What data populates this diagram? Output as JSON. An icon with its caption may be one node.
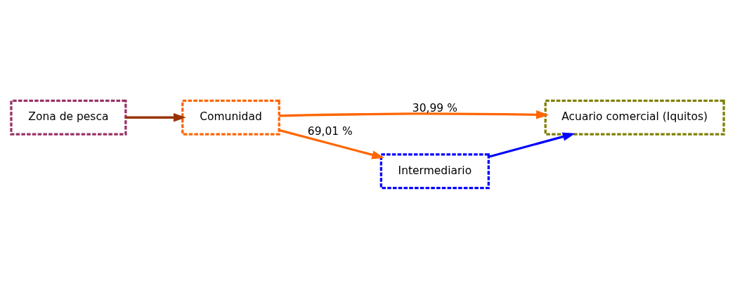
{
  "diagram": {
    "nodes": [
      {
        "text": [
          "Zona de pesca"
        ]
      },
      {
        "text": [
          "Comunidad"
        ]
      },
      {
        "text": [
          "Acuario comercial (Iquitos)"
        ]
      },
      {
        "text": [
          "Intermediario"
        ]
      }
    ],
    "edges": [
      {
        "from": 0,
        "to": 1,
        "arrow": "to",
        "color": "#993300"
      },
      {
        "from": 1,
        "to": 2,
        "arrow": "to",
        "label": "30,99 %",
        "color": "#ff6600"
      },
      {
        "from": 1,
        "to": 3,
        "arrow": "to",
        "label": "69,01 %",
        "color": "#ff6600"
      },
      {
        "from": 3,
        "to": 2,
        "arrow": "to",
        "color": "#0000ff"
      }
    ]
  }
}
